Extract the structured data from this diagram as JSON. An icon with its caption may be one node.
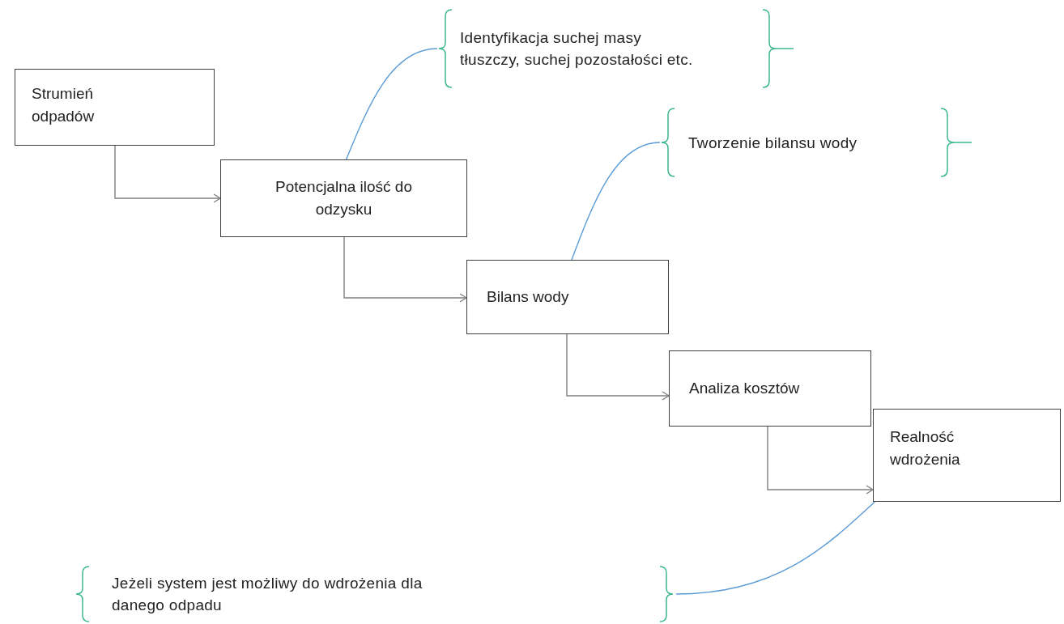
{
  "diagram": {
    "nodes": [
      {
        "text": [
          "Strumień odpadów"
        ]
      },
      {
        "text": [
          "Potencjalna ilość do odzysku"
        ]
      },
      {
        "text": [
          "Bilans wody"
        ]
      },
      {
        "text": [
          "Analiza kosztów"
        ]
      },
      {
        "text": [
          "Realność wdrożenia"
        ]
      },
      {
        "text": [
          "Identyfikacja suchej masy tłuszczy, suchej pozostałości etc."
        ]
      },
      {
        "text": [
          "Tworzenie bilansu wody"
        ]
      },
      {
        "text": [
          "Jeżeli system jest możliwy do wdrożenia dla danego odpadu"
        ]
      }
    ],
    "edges": [
      {
        "from": 0,
        "to": 1,
        "arrow": "to"
      },
      {
        "from": 1,
        "to": 2,
        "arrow": "to"
      },
      {
        "from": 2,
        "to": 3,
        "arrow": "to"
      },
      {
        "from": 3,
        "to": 4,
        "arrow": "to"
      },
      {
        "from": 1,
        "to": 5,
        "arrow": "none",
        "color": "#5b9bd5"
      },
      {
        "from": 2,
        "to": 6,
        "arrow": "none",
        "color": "#5b9bd5"
      },
      {
        "from": 4,
        "to": 7,
        "arrow": "none",
        "color": "#5b9bd5"
      }
    ]
  }
}
